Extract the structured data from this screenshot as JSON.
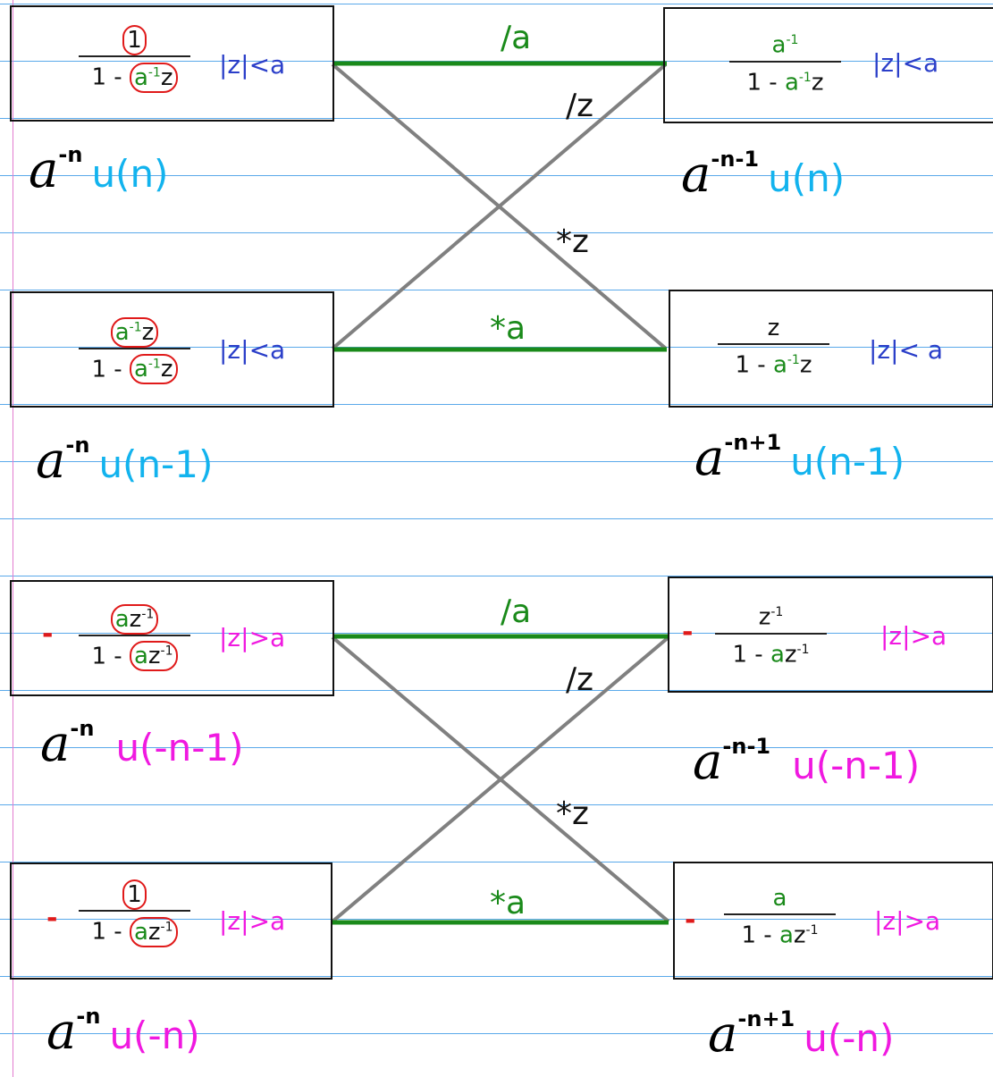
{
  "ops": {
    "top_div_a": "/a",
    "top_div_z": "/z",
    "top_mul_z": "*z",
    "top_mul_a": "*a",
    "bot_div_a": "/a",
    "bot_div_z": "/z",
    "bot_mul_z": "*z",
    "bot_mul_a": "*a"
  },
  "boxes": {
    "b1": {
      "num": "1",
      "den_pre": "1 - ",
      "den_g": "a",
      "den_sup": "-1",
      "den_post": "z",
      "roc": "|z|<a",
      "neg": ""
    },
    "b2": {
      "num_g": "a",
      "num_sup": "-1",
      "num_post": "z",
      "den_pre": "1 - ",
      "den_g": "a",
      "den_sup": "-1",
      "den_post": "z",
      "roc": "|z|<a",
      "neg": ""
    },
    "b3": {
      "num_g": "a",
      "num_post": "z",
      "num_sup": "-1",
      "den_pre": "1 - ",
      "den_g": "a",
      "den_post": "z",
      "den_sup": "-1",
      "roc": "|z|>a",
      "neg": "-"
    },
    "b4": {
      "num": "1",
      "den_pre": "1 - ",
      "den_g": "a",
      "den_post": "z",
      "den_sup": "-1",
      "roc": "|z|>a",
      "neg": "-"
    },
    "r1": {
      "num_g": "a",
      "num_sup": "-1",
      "den_pre": "1 - ",
      "den_g": "a",
      "den_sup": "-1",
      "den_post": "z",
      "roc": "|z|<a",
      "neg": ""
    },
    "r2": {
      "num": "z",
      "den_pre": "1 - ",
      "den_g": "a",
      "den_sup": "-1",
      "den_post": "z",
      "roc": "|z|< a",
      "neg": ""
    },
    "r3": {
      "num": "z",
      "num_sup": "-1",
      "den_pre": "1 - ",
      "den_g": "a",
      "den_post": "z",
      "den_sup": "-1",
      "roc": "|z|>a",
      "neg": "-"
    },
    "r4": {
      "num_g": "a",
      "den_pre": "1 - ",
      "den_g": "a",
      "den_post": "z",
      "den_sup": "-1",
      "roc": "|z|>a",
      "neg": "-"
    }
  },
  "sequences": {
    "s1": {
      "base": "a",
      "exp": "-n",
      "step": "u(n)"
    },
    "s2": {
      "base": "a",
      "exp": "-n",
      "step": "u(n-1)"
    },
    "s3": {
      "base": "a",
      "exp": "-n",
      "step": "u(-n-1)"
    },
    "s4": {
      "base": "a",
      "exp": "-n",
      "step": "u(-n)"
    },
    "t1": {
      "base": "a",
      "exp": "-n-1",
      "step": "u(n)"
    },
    "t2": {
      "base": "a",
      "exp": "-n+1",
      "step": "u(n-1)"
    },
    "t3": {
      "base": "a",
      "exp": "-n-1",
      "step": "u(-n-1)"
    },
    "t4": {
      "base": "a",
      "exp": "-n+1",
      "step": "u(-n)"
    }
  },
  "colors": {
    "rule": "#5aa9ea",
    "margin": "#e27bd0",
    "green_link": "#1a8a1a",
    "gray_link": "#808080",
    "causal_roc": "#2b3fc9",
    "anticausal_roc": "#f019e0",
    "causal_step": "#12b3ee",
    "anticausal_step": "#f019e0",
    "highlight": "#e01a1a"
  }
}
